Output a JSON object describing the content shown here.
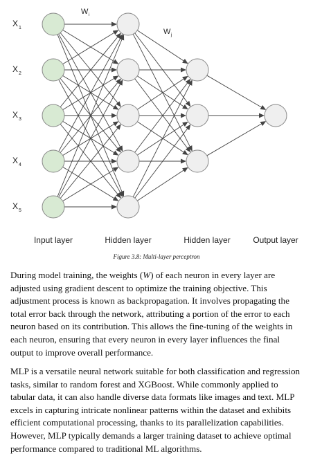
{
  "figure": {
    "caption": "Figure 3.8: Multi-layer perceptron",
    "input_labels": [
      "X1",
      "X2",
      "X3",
      "X4",
      "X5"
    ],
    "weight_labels": [
      "Wi",
      "Wj"
    ],
    "layer_labels": [
      "Input layer",
      "Hidden layer",
      "Hidden layer",
      "Output layer"
    ],
    "layers": [
      {
        "name": "Input layer",
        "neurons": 5
      },
      {
        "name": "Hidden layer",
        "neurons": 5
      },
      {
        "name": "Hidden layer",
        "neurons": 3
      },
      {
        "name": "Output layer",
        "neurons": 1
      }
    ],
    "colors": {
      "input_fill": "#d8ead3",
      "neuron_fill": "#efefef",
      "neuron_stroke": "#888888",
      "edge": "#444444"
    }
  },
  "paragraphs": [
    {
      "before": "During model training, the weights (",
      "italic": "W",
      "after": ") of each neuron in every layer are adjusted using gradient descent to optimize the training objective. This adjustment process is known as backpropagation. It involves propagating the total error back through the network, attributing a portion of the error to each neuron based on its contribution. This allows the fine-tuning of the weights in each neuron, ensuring that every neuron in every layer influences the final output to improve overall performance."
    },
    {
      "text": "MLP is a versatile neural network suitable for both classification and regression tasks, similar to random forest and XGBoost. While commonly applied to tabular data, it can also handle diverse data formats like images and text. MLP excels in capturing intricate nonlinear patterns within the dataset and exhibits efficient computational processing, thanks to its parallelization capabilities. However, MLP typically demands a larger training dataset to achieve optimal performance compared to traditional ML algorithms."
    }
  ]
}
